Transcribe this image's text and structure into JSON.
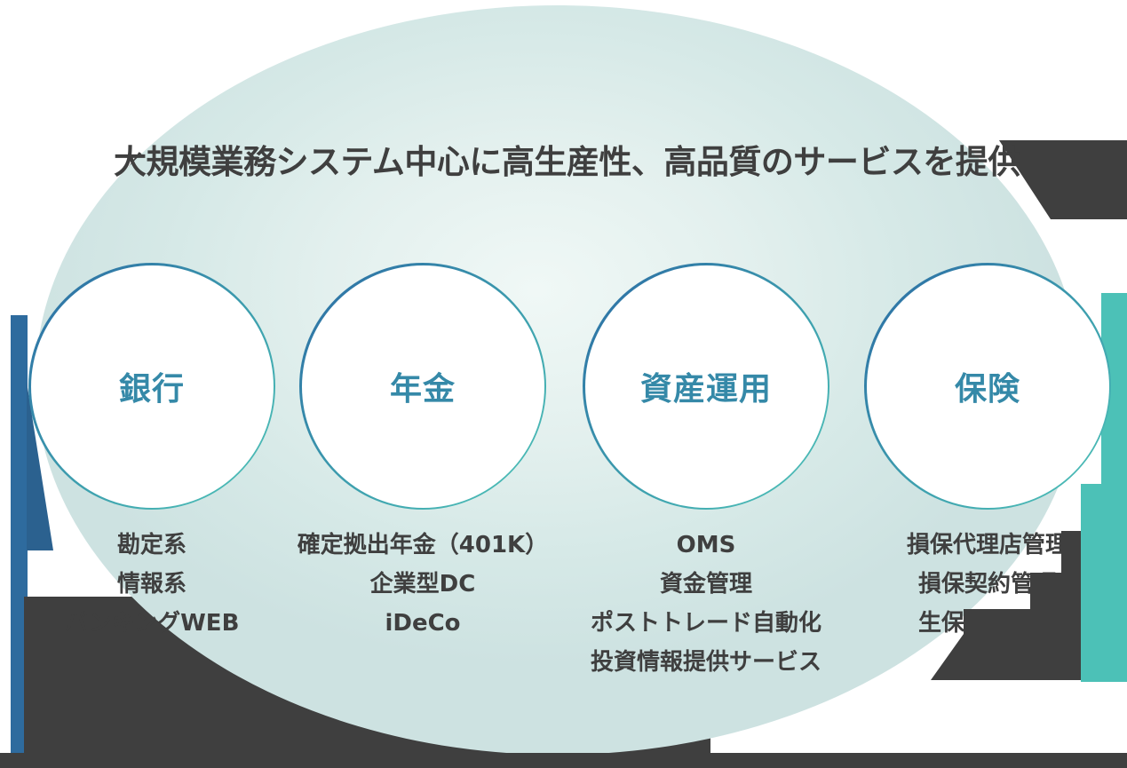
{
  "title": "大規模業務システム中心に高生産性、高品質のサービスを提供",
  "groups": [
    {
      "label": "銀行",
      "items": [
        "勘定系",
        "情報系",
        "バンキングWEB"
      ]
    },
    {
      "label": "年金",
      "items": [
        "確定拠出年金（401K）",
        "企業型DC",
        "iDeCo"
      ]
    },
    {
      "label": "資産運用",
      "items": [
        "OMS",
        "資金管理",
        "ポストトレード自動化",
        "投資情報提供サービス"
      ]
    },
    {
      "label": "保険",
      "items": [
        "損保代理店管理",
        "損保契約管理",
        "生保契約管理"
      ]
    }
  ],
  "colors": {
    "ellipse_fill_light": "#f0f8f6",
    "ellipse_fill_deep": "#cde2e1",
    "circle_stroke_start": "#2b6aa4",
    "circle_stroke_end": "#4fc4b8",
    "circle_label": "#3589a8",
    "text_dark": "#3f3f3f",
    "teal_accent": "#4cc1b7",
    "blue_bar": "#2e6b9e"
  }
}
